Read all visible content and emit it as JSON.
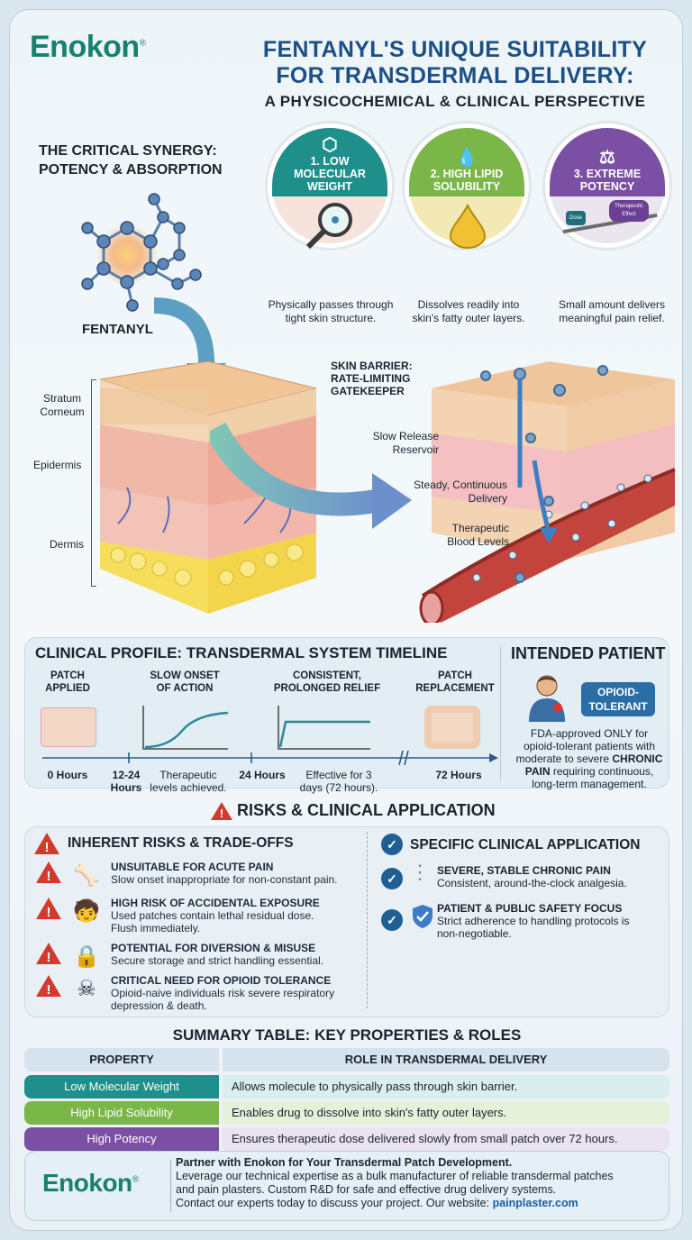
{
  "brand": {
    "name": "Enokon",
    "reg": "®"
  },
  "header": {
    "title_line1": "FENTANYL'S UNIQUE SUITABILITY",
    "title_line2": "FOR TRANSDERMAL DELIVERY:",
    "subtitle": "A PHYSICOCHEMICAL & CLINICAL PERSPECTIVE"
  },
  "synergy": {
    "heading_line1": "THE CRITICAL SYNERGY:",
    "heading_line2": "POTENCY & ABSORPTION",
    "molecule_label": "FENTANYL",
    "properties": [
      {
        "label_line1": "1. LOW",
        "label_line2": "MOLECULAR",
        "label_line3": "WEIGHT",
        "caption_line1": "Physically passes through",
        "caption_line2": "tight skin structure.",
        "color": "#1f8f8c",
        "icon": "molecule-icon"
      },
      {
        "label_line1": "2. HIGH LIPID",
        "label_line2": "SOLUBILITY",
        "caption_line1": "Dissolves readily into",
        "caption_line2": "skin's fatty outer layers.",
        "color": "#7ab648",
        "icon": "droplet-icon"
      },
      {
        "label_line1": "3. EXTREME",
        "label_line2": "POTENCY",
        "caption_line1": "Small amount delivers",
        "caption_line2": "meaningful pain relief.",
        "color": "#7b4fa3",
        "icon": "scale-icon"
      }
    ],
    "scale_labels": {
      "left": "Dose",
      "right_line1": "Therapeutic",
      "right_line2": "Effect"
    }
  },
  "skin": {
    "layers": [
      "Stratum Corneum",
      "Epidermis",
      "Dermis"
    ],
    "barrier_line1": "SKIN BARRIER:",
    "barrier_line2": "RATE-LIMITING",
    "barrier_line3": "GATEKEEPER",
    "release_line1": "Slow Release",
    "release_line2": "Reservoir",
    "delivery_line1": "Steady, Continuous",
    "delivery_line2": "Delivery",
    "blood_line1": "Therapeutic",
    "blood_line2": "Blood Levels"
  },
  "timeline": {
    "heading": "CLINICAL PROFILE: TRANSDERMAL SYSTEM TIMELINE",
    "stages": [
      {
        "line1": "PATCH",
        "line2": "APPLIED"
      },
      {
        "line1": "SLOW ONSET",
        "line2": "OF ACTION"
      },
      {
        "line1": "CONSISTENT,",
        "line2": "PROLONGED RELIEF"
      },
      {
        "line1": "PATCH",
        "line2": "REPLACEMENT"
      }
    ],
    "ticks": {
      "t0": "0 Hours",
      "t1_line1": "12-24",
      "t1_line2": "Hours",
      "t1_note_line1": "Therapeutic",
      "t1_note_line2": "levels achieved.",
      "t2": "24 Hours",
      "t2_note_line1": "Effective for 3",
      "t2_note_line2": "days (72 hours).",
      "t3": "72 Hours"
    }
  },
  "patient": {
    "heading": "INTENDED PATIENT",
    "badge_line1": "OPIOID-",
    "badge_line2": "TOLERANT",
    "text_line1": "FDA-approved ONLY for",
    "text_line2": "opioid-tolerant patients with",
    "text_line3_a": "moderate to severe ",
    "text_line3_b": "CHRONIC",
    "text_line4_a": "PAIN",
    "text_line4_b": " requiring continuous,",
    "text_line5": "long-term management."
  },
  "risks": {
    "heading": "RISKS & CLINICAL APPLICATION",
    "left_heading": "INHERENT RISKS & TRADE-OFFS",
    "items": [
      {
        "title": "UNSUITABLE FOR ACUTE PAIN",
        "desc_line1": "Slow onset inappropriate for non-constant pain.",
        "desc_line2": "",
        "icon": "bone-icon"
      },
      {
        "title": "HIGH RISK OF ACCIDENTAL EXPOSURE",
        "desc_line1": "Used patches contain lethal residual dose.",
        "desc_line2": "Flush immediately.",
        "icon": "child-pet-icon"
      },
      {
        "title": "POTENTIAL FOR DIVERSION & MISUSE",
        "desc_line1": "Secure storage and strict handling essential.",
        "desc_line2": "",
        "icon": "lock-icon"
      },
      {
        "title": "CRITICAL NEED FOR OPIOID TOLERANCE",
        "desc_line1": "Opioid-naive individuals risk severe respiratory",
        "desc_line2": "depression & death.",
        "icon": "skull-icon"
      }
    ],
    "right_heading": "SPECIFIC CLINICAL APPLICATION",
    "applications": [
      {
        "title": "SEVERE, STABLE CHRONIC PAIN",
        "desc_line1": "Consistent, around-the-clock analgesia.",
        "desc_line2": "",
        "icon": "spine-icon"
      },
      {
        "title": "PATIENT & PUBLIC SAFETY FOCUS",
        "desc_line1": "Strict adherence to handling protocols is",
        "desc_line2": "non-negotiable.",
        "icon": "shield-icon"
      }
    ]
  },
  "table": {
    "heading": "SUMMARY TABLE: KEY PROPERTIES & ROLES",
    "col1": "PROPERTY",
    "col2": "ROLE IN TRANSDERMAL DELIVERY",
    "rows": [
      {
        "property": "Low Molecular Weight",
        "role": "Allows molecule to physically pass through skin barrier.",
        "color": "#1f8f8c",
        "light": "#d9eeee"
      },
      {
        "property": "High Lipid Solubility",
        "role": "Enables drug to dissolve into skin's fatty outer layers.",
        "color": "#7ab648",
        "light": "#e6f1da"
      },
      {
        "property": "High Potency",
        "role": "Ensures therapeutic dose delivered slowly from small patch over 72 hours.",
        "color": "#7b4fa3",
        "light": "#ebe3f2"
      }
    ]
  },
  "footer": {
    "headline": "Partner with Enokon for Your Transdermal Patch Development.",
    "line1": "Leverage our technical expertise as a bulk manufacturer of reliable transdermal patches",
    "line2": "and pain plasters. Custom R&D for safe and effective drug delivery systems.",
    "line3_prefix": "Contact our experts today to discuss your project. Our website: ",
    "website": "painplaster.com"
  }
}
